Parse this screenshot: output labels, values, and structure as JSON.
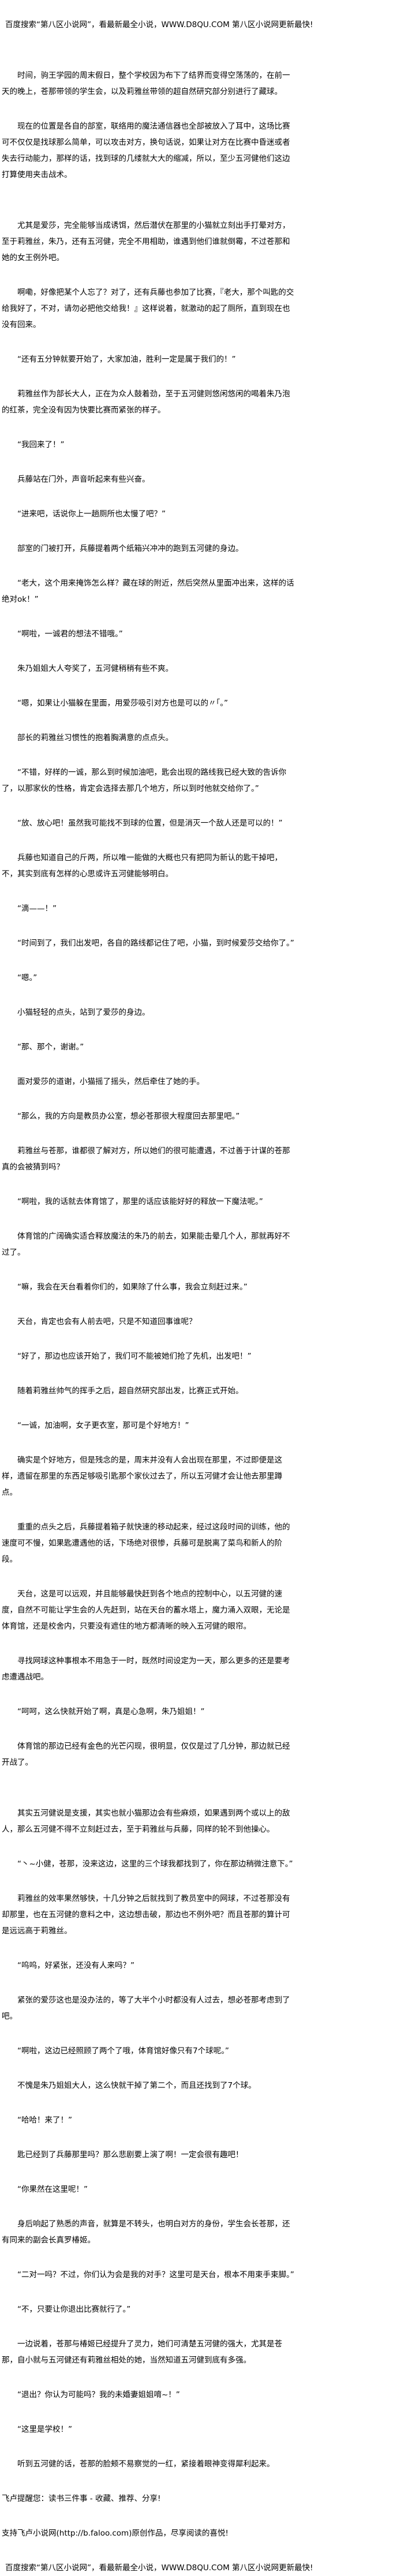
{
  "banner_text": "百度搜索“第八区小说网”，看最新最全小说，WWW.D8QU.COM  第八区小说网更新最快!",
  "paragraphs": [
    "时间，驹王学园的周末假日，整个学校因为布下了结界而变得空荡荡的，在前一天的晚上，苍那带领的学生会，以及莉雅丝带领的超自然研究部分别进行了藏球。",
    "现在的位置是各自的部室，联络用的魔法通信器也全部被放入了耳中，这场比赛可不仅仅是找球那么简单，可以攻击对方，换句话说，如果让对方在比赛中昏迷或者失去行动能力，那样的话，找到球的几缕就大大的缩减，所以，至少五河健他们这边打算使用夹击战术。",
    "尤其是爱莎，完全能够当成诱饵，然后潜伏在那里的小猫就立刻出手打晕对方，至于莉雅丝，朱乃，还有五河健，完全不用相助，谁遇到他们谁就倒霉，不过苍那和她的女王例外吧。",
    "啊嘞，好像把某个人忘了？对了，还有兵藤也参加了比赛，『老大，那个叫匙的交给我好了，不对，请勿必把他交给我！』这样说着，就激动的起了厕所，直到现在也没有回来。",
    "“还有五分钟就要开始了，大家加油，胜利一定是属于我们的！”",
    "莉雅丝作为部长大人，正在为众人鼓着劲，至于五河健则悠闲悠闲的喝着朱乃泡的红茶，完全没有因为快要比赛而紧张的样子。",
    "“我回来了！”",
    "兵藤站在门外，声音听起来有些兴奋。",
    "“进来吧，话说你上一趟厕所也太慢了吧？”",
    "部室的门被打开，兵藤提着两个纸箱兴冲冲的跑到五河健的身边。",
    "“老大，这个用来掩饰怎么样？藏在球的附近，然后突然从里面冲出来，这样的话绝对ok！”",
    "“啊啦，一诚君的想法不错哦。”",
    "朱乃姐姐大人夸奖了，五河健稍稍有些不爽。",
    "“嗯，如果让小猫躲在里面，用爱莎吸引对方也是可以的〃｢。”",
    "部长的莉雅丝习惯性的抱着胸满意的点点头。",
    "“不错，好样的一诚，那么到时候加油吧，匙会出现的路线我已经大致的告诉你了，以那家伙的性格，肯定会选择去那几个地方，所以到时他就交给你了。”",
    "“放、放心吧！虽然我可能找不到球的位置，但是消灭一个敌人还是可以的！”",
    "兵藤也知道自己的斤两，所以唯一能做的大概也只有把同为新认的匙干掉吧，不，其实到底有怎样的心思或许五河健能够明白。",
    "“滴——！”",
    "“时间到了，我们出发吧，各自的路线都记住了吧，小猫，到时候爱莎交给你了。”",
    "“嗯。”",
    "小猫轻轻的点头，站到了爱莎的身边。",
    "“那、那个，谢谢。”",
    "面对爱莎的道谢，小猫摇了摇头，然后牵住了她的手。",
    "“那么，我的方向是教员办公室，想必苍那很大程度回去那里吧。”",
    "莉雅丝与苍那，谁都很了解对方，所以她们的很可能遭遇，不过善于计谋的苍那真的会被猜到吗？",
    "“啊啦，我的话就去体育馆了，那里的话应该能好好的释放一下魔法呢。”",
    "体育馆的广阔确实适合释放魔法的朱乃的前去，如果能击晕几个人，那就再好不过了。",
    "“嘛，我会在天台看着你们的，如果除了什么事，我会立刻赶过来。”",
    "天台，肯定也会有人前去吧，只是不知道回事谁呢？",
    "“好了，那边也应该开始了，我们可不能被她们抢了先机，出发吧！”",
    "随着莉雅丝帅气的挥手之后，超自然研究部出发，比赛正式开始。",
    "“一诚，加油啊，女子更衣室，那可是个好地方！”",
    "确实是个好地方，但是残念的是，周末并没有人会出现在那里，不过即便是这样，遗留在那里的东西足够吸引匙那个家伙过去了，所以五河健才会让他去那里蹲点。",
    "重重的点头之后，兵藤提着箱子就快速的移动起来，经过这段时间的训练，他的速度可不慢，如果匙遭遇他的话，下场绝对很惨，兵藤可是脱离了菜鸟和新人的阶段。",
    "天台，这是可以远观，并且能够最快赶到各个地点的控制中心，以五河健的速度，自然不可能让学生会的人先赶到，站在天台的蓄水塔上，魔力涌入双眼，无论是体育馆，还是校舍内，只要没有遮住的地方都清晰的映入五河健的眼帘。",
    "寻找网球这种事根本不用急于一时，既然时间设定为一天，那么更多的还是要考虑遭遇战吧。",
    "“呵呵，这么快就开始了啊，真是心急啊，朱乃姐姐！”",
    "体育馆的那边已经有金色的光芒闪现，很明显，仅仅是过了几分钟，那边就已经开战了。",
    "其实五河健说是支援，其实也就小猫那边会有些麻烦，如果遇到两个或以上的敌人，那么五河健不得不立刻赶过去，至于莉雅丝与兵藤，同样的轮不到他操心。",
    "“丶~小健，苍那，没来这边，这里的三个球我都找到了，你在那边稍微注意下。”",
    "莉雅丝的效率果然够快，十几分钟之后就找到了教员室中的网球，不过苍那没有却那里，也在五河健的意料之中，这边想击破，那边也不例外吧？而且苍那的算计可是远远高于莉雅丝。",
    "“呜呜，好紧张，还没有人来吗？”",
    "紧张的爱莎这也是没办法的，等了大半个小时都没有人过去，想必苍那考虑到了吧。",
    "“啊啦，这边已经照顾了两个了哦，体育馆好像只有7个球呢。”",
    "不愧是朱乃姐姐大人，这么快就干掉了第二个，而且还找到了7个球。",
    "“哈哈！来了！”",
    "匙已经到了兵藤那里吗？那么悲剧要上演了啊！一定会很有趣吧！",
    "“你果然在这里呢！”",
    "身后响起了熟悉的声音，就算是不转头，也明白对方的身份，学生会长苍那，还有同来的副会长真罗椿姬。",
    "“二对一吗？不过，你们认为会是我的对手？这里可是天台，根本不用束手束脚。”",
    "“不，只要让你退出比赛就行了。”",
    "一边说着，苍那与椿姬已经提升了灵力，她们可清楚五河健的强大，尤其是苍那，自小就与五河健还有莉雅丝相处的她，当然知道五河健到底有多强。",
    "“退出？你认为可能吗？我的未婚妻姐姐唷~！”",
    "“这里是学校！”",
    "听到五河健的话，苍那的脸颊不易察觉的一红，紧接着眼神变得犀利起来。"
  ],
  "footer": {
    "reminder": "飞卢提醒您：读书三件事 - 收藏、推荐、分享!",
    "support": "支持飞卢小说网(http://b.faloo.com)原创作品，尽享阅读的喜悦!"
  }
}
